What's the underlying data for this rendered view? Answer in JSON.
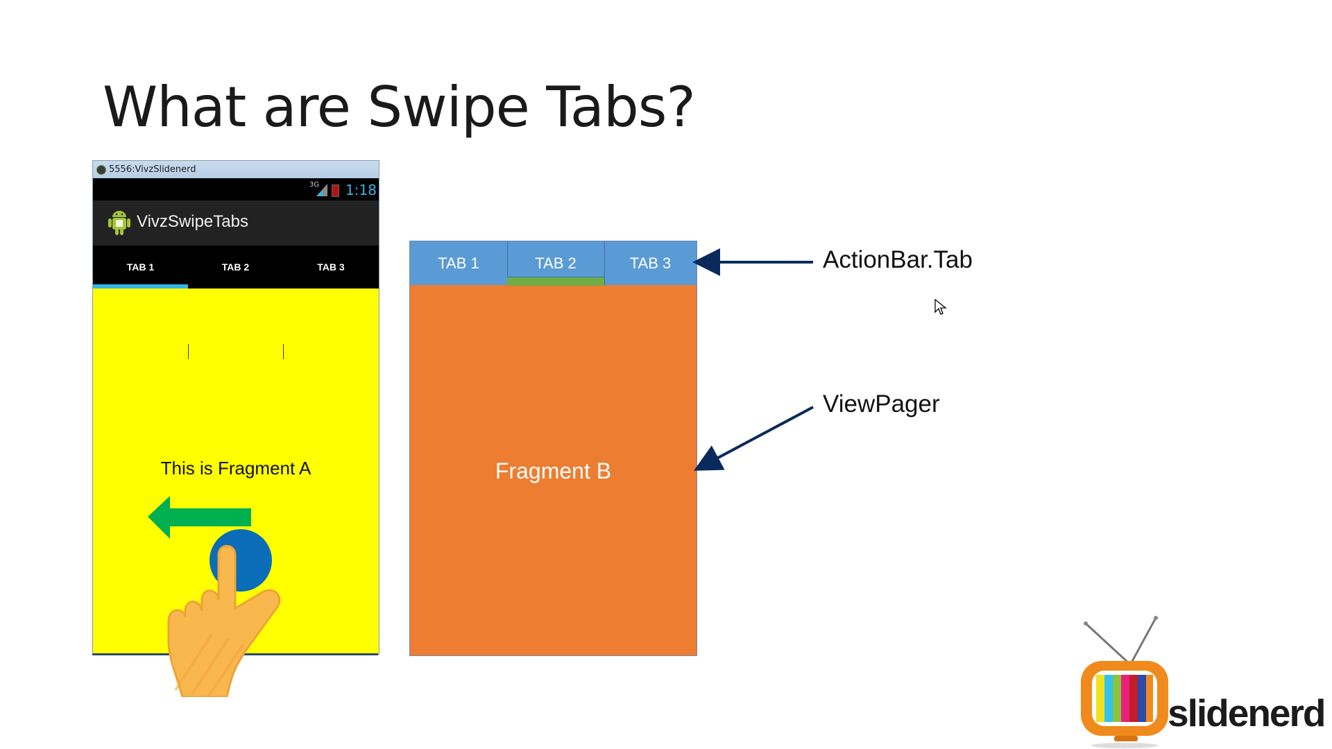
{
  "slide": {
    "title": "What are Swipe Tabs?"
  },
  "emulator": {
    "window_title": "5556:VivzSlidenerd",
    "status": {
      "network": "3G",
      "clock": "1:18"
    },
    "app_title": "VivzSwipeTabs",
    "tabs": [
      {
        "label": "TAB 1"
      },
      {
        "label": "TAB 2"
      },
      {
        "label": "TAB 3"
      }
    ],
    "selected_tab": 1,
    "fragment_text": "This is Fragment A",
    "colors": {
      "background": "#ffff00",
      "tab_indicator": "#33b5e5",
      "action_bar": "#222222"
    }
  },
  "gesture": {
    "icon": "swipe-left-hand-icon",
    "direction": "left"
  },
  "diagram": {
    "tabs": [
      {
        "label": "TAB 1"
      },
      {
        "label": "TAB 2"
      },
      {
        "label": "TAB 3"
      }
    ],
    "selected_tab": 2,
    "fragment_text": "Fragment B",
    "colors": {
      "tab_bar": "#5b9bd5",
      "indicator": "#70ad47",
      "pager": "#ed7d31",
      "arrow": "#0b2a5c"
    }
  },
  "callouts": {
    "actionbar_tab": "ActionBar.Tab",
    "viewpager": "ViewPager"
  },
  "brand": {
    "name": "slidenerd",
    "logo_icon": "retro-tv-icon"
  }
}
